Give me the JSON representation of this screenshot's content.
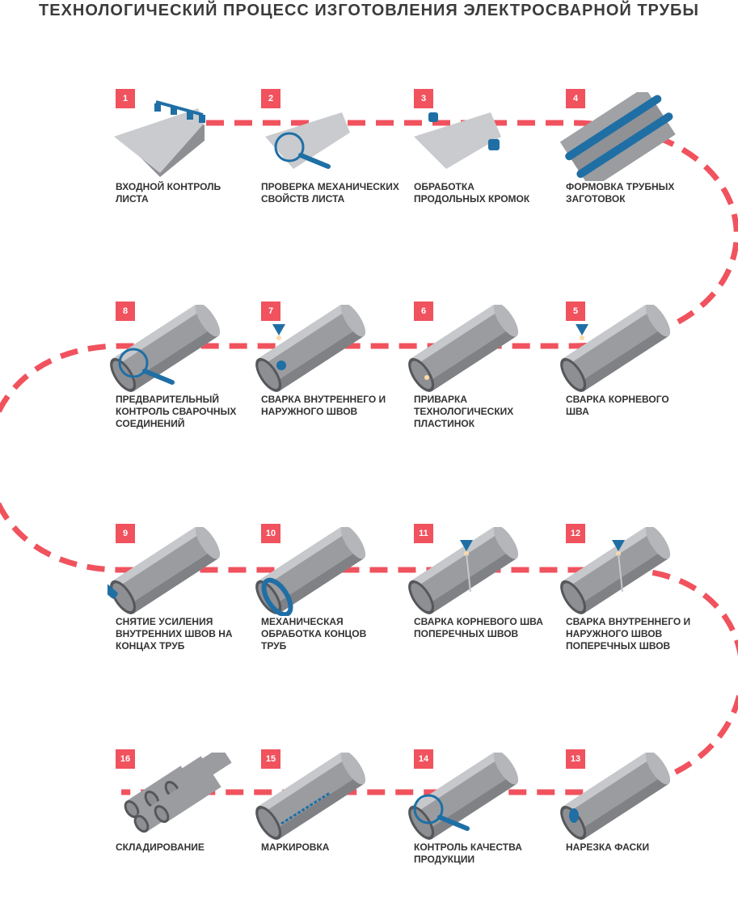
{
  "title": "ТЕХНОЛОГИЧЕСКИЙ ПРОЦЕСС ИЗГОТОВЛЕНИЯ ЭЛЕКТРОСВАРНОЙ ТРУБЫ",
  "colors": {
    "accent": "#f0525e",
    "tool": "#1f6fa5",
    "steel": "#9a9ca0",
    "text": "#333333"
  },
  "steps": [
    {
      "num": "1",
      "label": "ВХОДНОЙ КОНТРОЛЬ\nЛИСТА",
      "icon": "steel-sheet-inspection-icon"
    },
    {
      "num": "2",
      "label": "ПРОВЕРКА МЕХАНИЧЕСКИХ\nСВОЙСТВ ЛИСТА",
      "icon": "magnifier-sheet-icon"
    },
    {
      "num": "3",
      "label": "ОБРАБОТКА\nПРОДОЛЬНЫХ КРОМОК",
      "icon": "edge-milling-icon"
    },
    {
      "num": "4",
      "label": "ФОРМОВКА ТРУБНЫХ\nЗАГОТОВОК",
      "icon": "pipe-forming-icon"
    },
    {
      "num": "5",
      "label": "СВАРКА КОРНЕВОГО\nШВА",
      "icon": "root-weld-icon"
    },
    {
      "num": "6",
      "label": "ПРИВАРКА\nТЕХНОЛОГИЧЕСКИХ\nПЛАСТИНОК",
      "icon": "plate-weld-icon"
    },
    {
      "num": "7",
      "label": "СВАРКА ВНУТРЕННЕГО И\nНАРУЖНОГО ШВОВ",
      "icon": "inner-outer-weld-icon"
    },
    {
      "num": "8",
      "label": "ПРЕДВАРИТЕЛЬНЫЙ\nКОНТРОЛЬ СВАРОЧНЫХ\nСОЕДИНЕНИЙ",
      "icon": "weld-inspection-icon"
    },
    {
      "num": "9",
      "label": "СНЯТИЕ УСИЛЕНИЯ\nВНУТРЕННИХ ШВОВ НА\nКОНЦАХ ТРУБ",
      "icon": "seam-grinding-icon"
    },
    {
      "num": "10",
      "label": "МЕХАНИЧЕСКАЯ\nОБРАБОТКА КОНЦОВ\nТРУБ",
      "icon": "end-machining-icon"
    },
    {
      "num": "11",
      "label": "СВАРКА КОРНЕВОГО ШВА\nПОПЕРЕЧНЫХ ШВОВ",
      "icon": "transverse-root-weld-icon"
    },
    {
      "num": "12",
      "label": "СВАРКА ВНУТРЕННЕГО И\nНАРУЖНОГО ШВОВ\nПОПЕРЕЧНЫХ ШВОВ",
      "icon": "transverse-weld-icon"
    },
    {
      "num": "13",
      "label": "НАРЕЗКА ФАСКИ",
      "icon": "bevel-cutting-icon"
    },
    {
      "num": "14",
      "label": "КОНТРОЛЬ КАЧЕСТВА\nПРОДУКЦИИ",
      "icon": "quality-control-icon"
    },
    {
      "num": "15",
      "label": "МАРКИРОВКА",
      "icon": "marking-icon"
    },
    {
      "num": "16",
      "label": "СКЛАДИРОВАНИЕ",
      "icon": "pipe-stack-icon"
    }
  ]
}
